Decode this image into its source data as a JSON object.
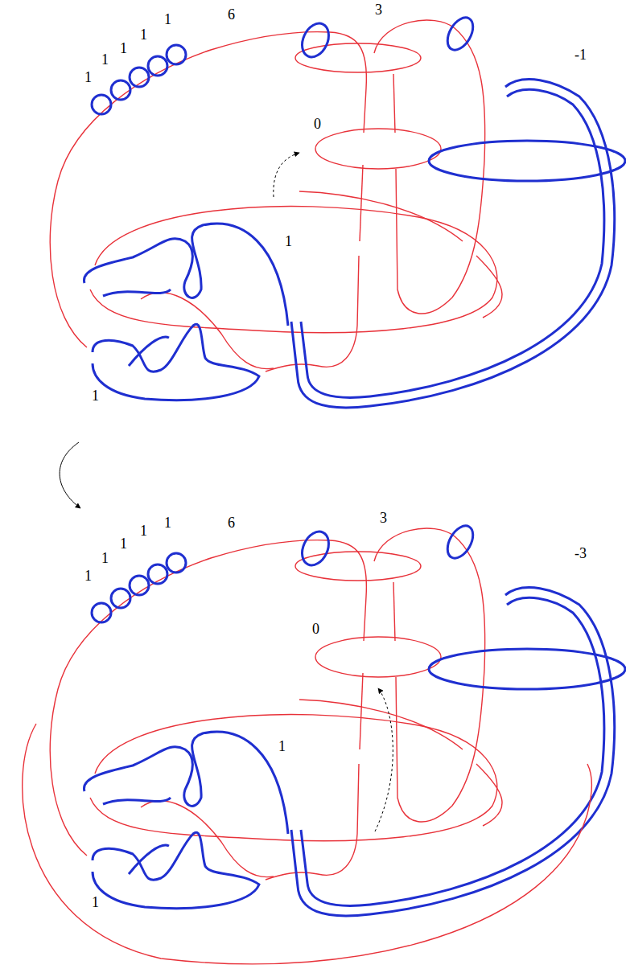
{
  "diagram": {
    "labels": [
      "1",
      "1",
      "1",
      "1",
      "1",
      "6",
      "3",
      "-1",
      "0",
      "1",
      "1",
      "1",
      "1",
      "1",
      "1",
      "1",
      "6",
      "3",
      "-3",
      "0",
      "1",
      "1"
    ]
  }
}
